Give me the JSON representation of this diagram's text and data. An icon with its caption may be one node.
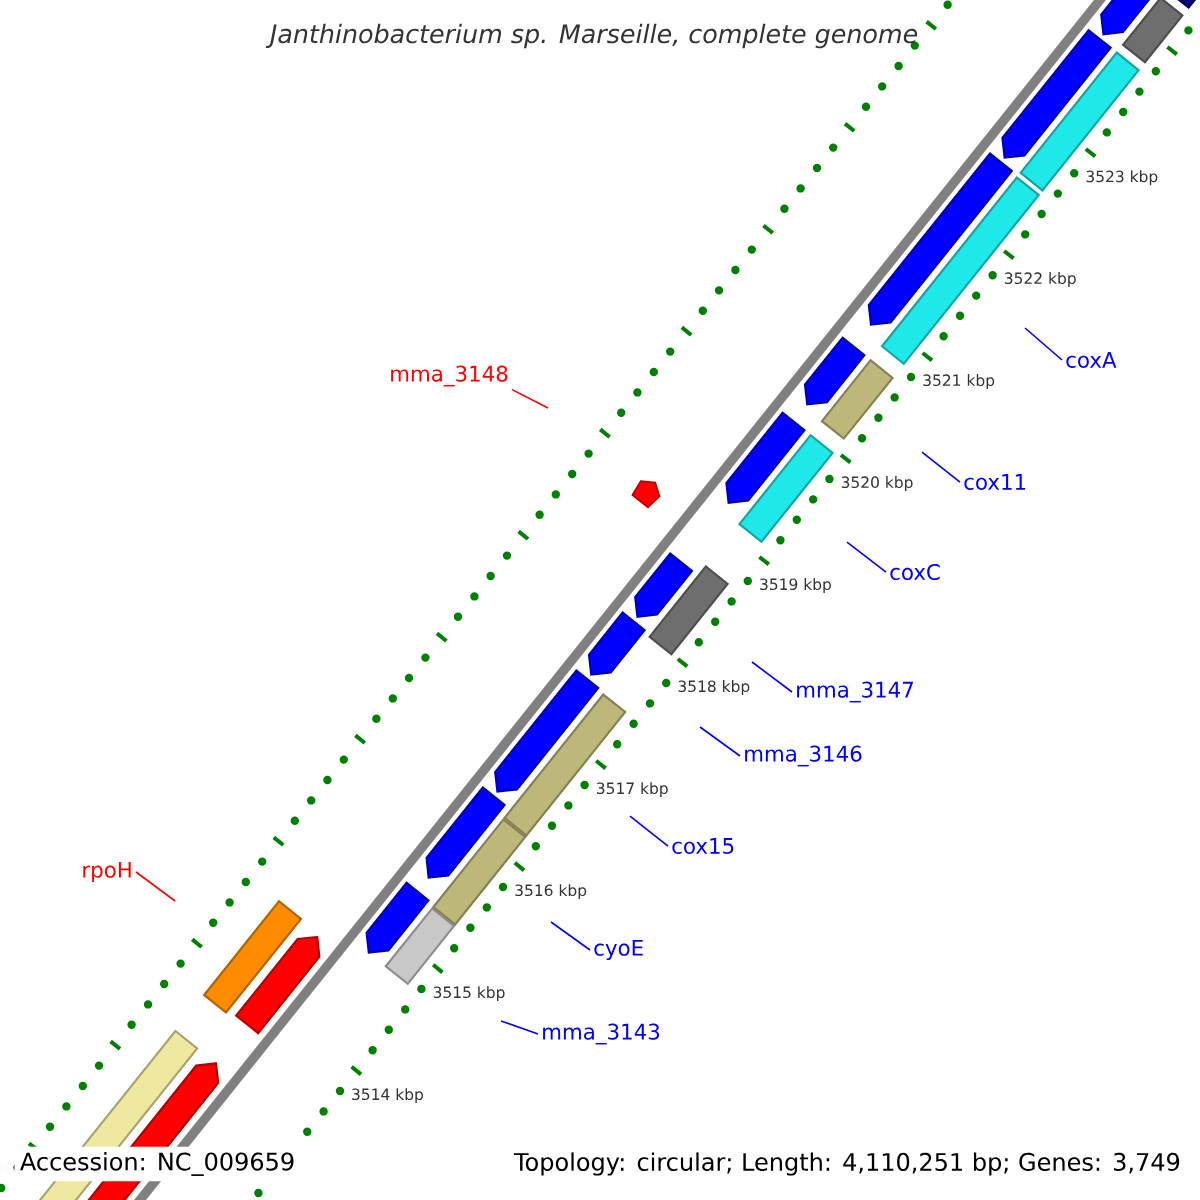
{
  "diagram": {
    "title": "Janthinobacterium sp. Marseille, complete genome",
    "nodes": [
      {
        "text": [
          "coxA"
        ]
      },
      {
        "text": [
          "mma_3148"
        ]
      },
      {
        "text": [
          "cox11"
        ]
      },
      {
        "text": [
          "coxC"
        ]
      },
      {
        "text": [
          "mma_3147"
        ]
      },
      {
        "text": [
          "mma_3146"
        ]
      },
      {
        "text": [
          "cox15"
        ]
      },
      {
        "text": [
          "rpoH"
        ]
      },
      {
        "text": [
          "cyoE"
        ]
      },
      {
        "text": [
          "mma_3143"
        ]
      }
    ],
    "edges": [
      {
        "from": 0,
        "to": null,
        "arrow": "none"
      },
      {
        "from": 1,
        "to": null,
        "arrow": "none",
        "color": "#ff0000"
      },
      {
        "from": 2,
        "to": null,
        "arrow": "none"
      },
      {
        "from": 3,
        "to": null,
        "arrow": "none"
      },
      {
        "from": 4,
        "to": null,
        "arrow": "none"
      },
      {
        "from": 5,
        "to": null,
        "arrow": "none"
      },
      {
        "from": 6,
        "to": null,
        "arrow": "none"
      },
      {
        "from": 7,
        "to": null,
        "arrow": "none",
        "color": "#ff0000"
      },
      {
        "from": 8,
        "to": null,
        "arrow": "none"
      },
      {
        "from": 9,
        "to": null,
        "arrow": "none"
      }
    ],
    "labels": [
      "3514 kbp",
      "3515 kbp",
      "3516 kbp",
      "3517 kbp",
      "3518 kbp",
      "3519 kbp",
      "3520 kbp",
      "3521 kbp",
      "3522 kbp",
      "3523 kbp",
      "Accession: NC_009659",
      "Topology: circular; Length: 4,110,251 bp; Genes: 3,749"
    ]
  }
}
